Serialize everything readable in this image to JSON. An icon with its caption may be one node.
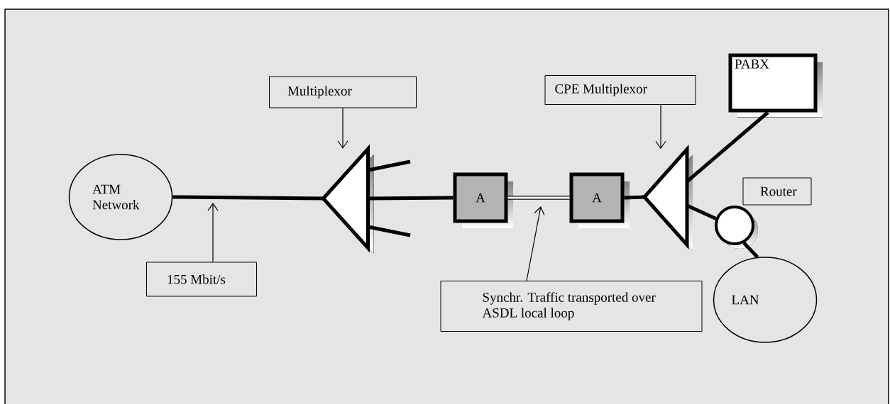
{
  "diagram": {
    "nodes": [
      {
        "text": [
          "ATM Network"
        ]
      },
      {
        "text": [],
        "shape": "triangle"
      },
      {
        "text": [
          "A"
        ]
      },
      {
        "text": [
          "A"
        ]
      },
      {
        "text": [],
        "shape": "triangle"
      },
      {
        "text": [
          "PABX"
        ]
      },
      {
        "text": [],
        "shape": "circle"
      },
      {
        "text": [
          "LAN"
        ]
      },
      {
        "text": [
          "Multiplexor"
        ]
      },
      {
        "text": [
          "CPE Multiplexor"
        ]
      },
      {
        "text": [
          "155 Mbit/s"
        ]
      },
      {
        "text": [
          "Router"
        ]
      },
      {
        "text": [
          "Synchr. Traffic transported over ASDL local loop"
        ]
      }
    ],
    "edges": [
      {
        "from": 0,
        "to": 1,
        "arrow": "none"
      },
      {
        "from": 1,
        "to": 2,
        "arrow": "none"
      },
      {
        "from": 2,
        "to": 3,
        "arrow": "none"
      },
      {
        "from": 3,
        "to": 4,
        "arrow": "none"
      },
      {
        "from": 4,
        "to": 5,
        "arrow": "none"
      },
      {
        "from": 4,
        "to": 6,
        "arrow": "none"
      },
      {
        "from": 6,
        "to": 7,
        "arrow": "none"
      },
      {
        "from": 1,
        "to": null,
        "arrow": "none"
      },
      {
        "from": 1,
        "to": null,
        "arrow": "none"
      },
      {
        "from": 8,
        "to": 1,
        "arrow": "to"
      },
      {
        "from": 9,
        "to": 4,
        "arrow": "to"
      },
      {
        "from": 10,
        "to": null,
        "arrow": "to"
      },
      {
        "from": 12,
        "to": null,
        "arrow": "to"
      }
    ]
  }
}
